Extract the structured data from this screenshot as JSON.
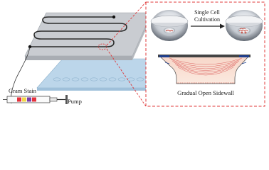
{
  "labels": {
    "gram_stain": "Gram Stain",
    "pump": "Pump",
    "single_cell_line1": "Single Cell",
    "single_cell_line2": "Cultivation",
    "gradual_sidewall": "Gradual Open Sidewall"
  },
  "colors": {
    "chip_top": "#c9ccd1",
    "chip_bottom": "#bcd6ea",
    "zoom_border": "#e0383a",
    "wells": "#bfe0f0",
    "flow_lines": "#d23a3a",
    "stain_bands": [
      "#e5323c",
      "#f2d84a",
      "#7b3fa8"
    ]
  },
  "icons": [
    "syringe-pump-icon",
    "microfluidic-chip-icon",
    "microwell-icon",
    "arrow-right-icon"
  ]
}
